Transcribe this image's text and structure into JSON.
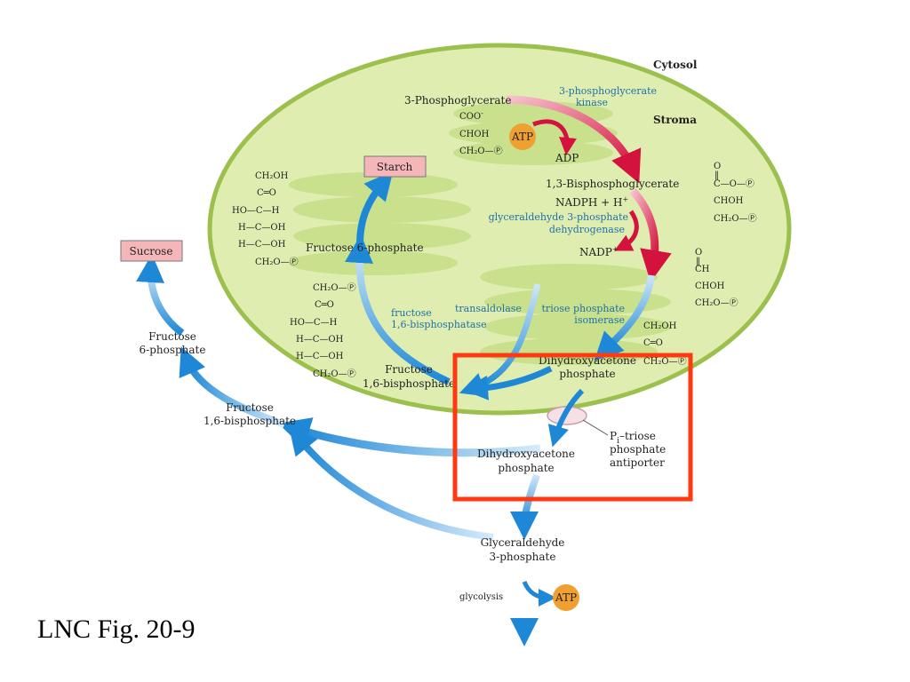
{
  "regions": {
    "cytosol": "Cytosol",
    "stroma": "Stroma"
  },
  "boxes": {
    "starch": "Starch",
    "sucrose": "Sucrose"
  },
  "metabolites": {
    "pga": "3-Phosphoglycerate",
    "bpg": "1,3-Bisphosphoglycerate",
    "f6p_stroma": "Fructose 6-phosphate",
    "fbp_stroma_1": "Fructose",
    "fbp_stroma_2": "1,6-bisphosphate",
    "dhap_stroma_1": "Dihydroxyacetone",
    "dhap_stroma_2": "phosphate",
    "dhap_cyt_1": "Dihydroxyacetone",
    "dhap_cyt_2": "phosphate",
    "f6p_cyt_1": "Fructose",
    "f6p_cyt_2": "6-phosphate",
    "fbp_cyt_1": "Fructose",
    "fbp_cyt_2": "1,6-bisphosphate",
    "gap_1": "Glyceraldehyde",
    "gap_2": "3-phosphate"
  },
  "cofactors": {
    "atp_top": "ATP",
    "adp": "ADP",
    "nadph": "NADPH + H",
    "nadph_sup": "+",
    "nadp": "NADP",
    "nadp_sup": "+",
    "atp_bottom": "ATP",
    "glycolysis": "glycolysis"
  },
  "enzymes": {
    "pgk_1": "3-phosphoglycerate",
    "pgk_2": "kinase",
    "gapdh_1": "glyceraldehyde 3-phosphate",
    "gapdh_2": "dehydrogenase",
    "fbpase_1": "fructose",
    "fbpase_2": "1,6-bisphosphatase",
    "transaldolase": "transaldolase",
    "tpi_1": "triose phosphate",
    "tpi_2": "isomerase"
  },
  "antiporter": {
    "line1_p": "P",
    "line1_sub": "i",
    "line1_rest": "–triose",
    "line2": "phosphate",
    "line3": "antiporter"
  },
  "structures": {
    "pga": [
      "COO",
      "CHOH",
      "CH₂O—Ⓟ"
    ],
    "pga_sup": "-",
    "bpg": [
      "O",
      "‖",
      "C—O—Ⓟ",
      "CHOH",
      "CH₂O—Ⓟ"
    ],
    "gap": [
      "O",
      "‖",
      "CH",
      "CHOH",
      "CH₂O—Ⓟ"
    ],
    "dhap": [
      "CH₂OH",
      "C═O",
      "CH₂O—Ⓟ"
    ],
    "f6p": [
      "CH₂OH",
      "C═O",
      "HO—C—H",
      "H—C—OH",
      "H—C—OH",
      "CH₂O—Ⓟ"
    ],
    "fbp": [
      "CH₂O—Ⓟ",
      "C═O",
      "HO—C—H",
      "H—C—OH",
      "H—C—OH",
      "CH₂O—Ⓟ"
    ]
  },
  "colors": {
    "chloroplast_fill": "#dfeeb0",
    "chloroplast_edge": "#9cc04e",
    "thylakoid": "#c9e08d",
    "blue_arrow": "#1f88d6",
    "red_arrow": "#d4123e",
    "atp_orange": "#f0a030",
    "box_pink": "#f4b6b9",
    "highlight": "#ff3a12"
  },
  "caption": "LNC Fig. 20-9"
}
